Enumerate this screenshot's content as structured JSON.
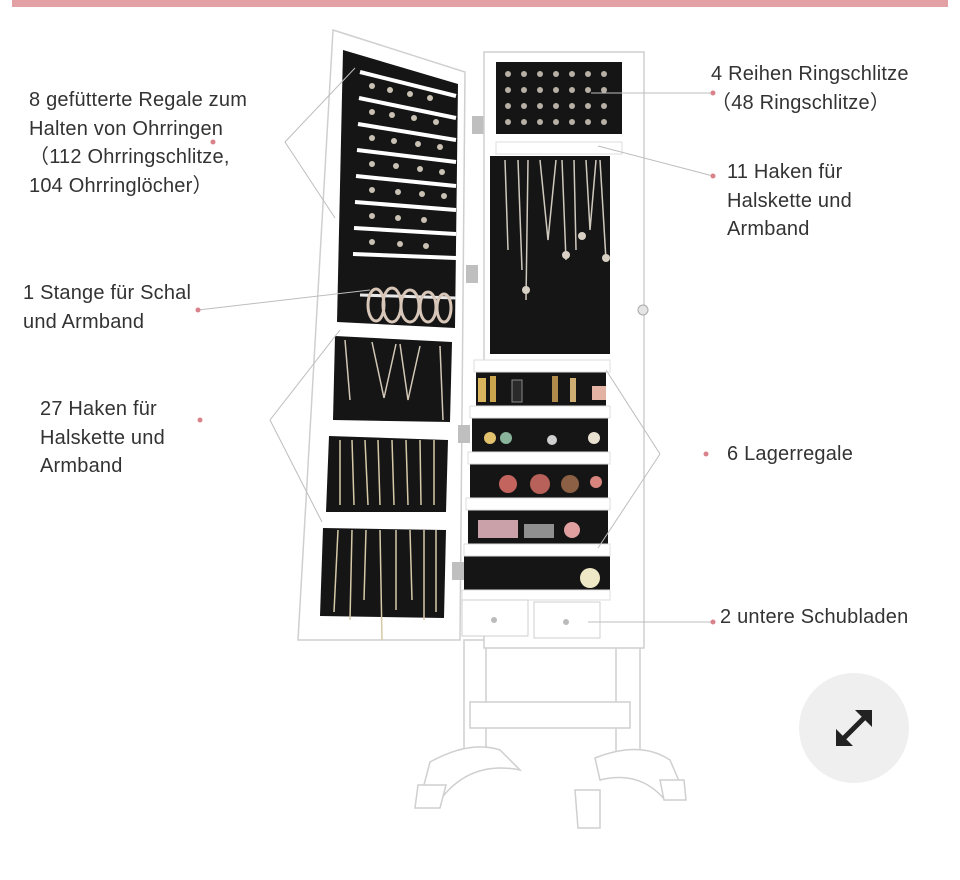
{
  "theme": {
    "accent": "#e4a1a5",
    "dot": "#d9828a",
    "text": "#333333",
    "cabinet": "#ffffff",
    "felt": "#161616"
  },
  "callouts": {
    "earring_shelves": {
      "lines": [
        "8 gefütterte Regale zum",
        "Halten von Ohrringen",
        "（112 Ohrringschlitze,",
        "104 Ohrringlöcher）"
      ]
    },
    "scarf_rod": {
      "lines": [
        "1 Stange für Schal",
        "und Armband"
      ]
    },
    "door_hooks": {
      "lines": [
        "27 Haken für",
        "Halskette und",
        "Armband"
      ]
    },
    "ring_slots": {
      "lines": [
        "4 Reihen Ringschlitze",
        "（48 Ringschlitze）"
      ]
    },
    "necklace_hooks": {
      "lines": [
        "11 Haken für",
        "Halskette und",
        "Armband"
      ]
    },
    "storage_shelves": {
      "lines": [
        "6 Lagerregale"
      ]
    },
    "drawers": {
      "lines": [
        "2 untere Schubladen"
      ]
    }
  },
  "controls": {
    "expand_icon": "expand-arrows-icon"
  }
}
